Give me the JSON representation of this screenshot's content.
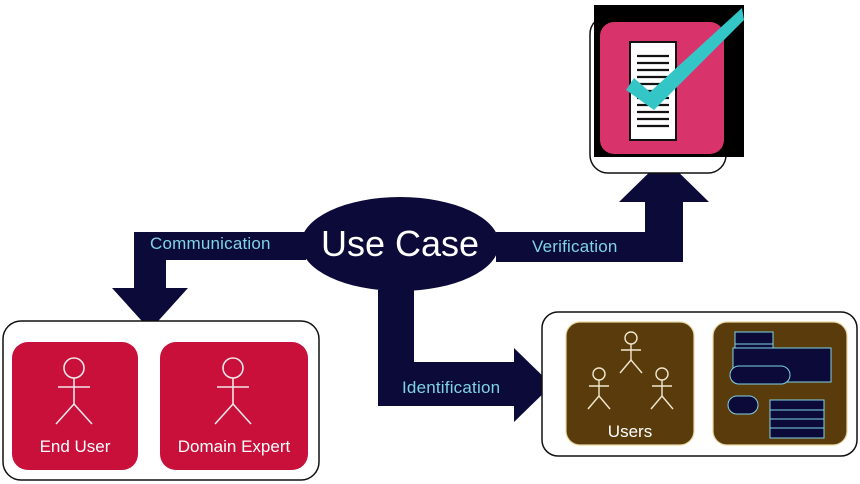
{
  "center": {
    "title": "Use Case"
  },
  "arrows": {
    "communication": "Communication",
    "verification": "Verification",
    "identification": "Identification"
  },
  "left_group": {
    "items": [
      {
        "label": "End  User",
        "icon": "stick-figure-icon"
      },
      {
        "label": "Domain Expert",
        "icon": "stick-figure-icon"
      }
    ]
  },
  "right_group": {
    "items": [
      {
        "label": "Users",
        "icon": "user-group-icon"
      },
      {
        "label": "",
        "icon": "database-icon"
      }
    ]
  },
  "top_right": {
    "icon": "document-checkmark-icon"
  },
  "colors": {
    "navy": "#0b0a38",
    "crimson": "#c8103a",
    "pink": "#d8336a",
    "brown": "#5a3c0c",
    "teal": "#34c6c6",
    "label_cyan": "#7fd3e6"
  }
}
